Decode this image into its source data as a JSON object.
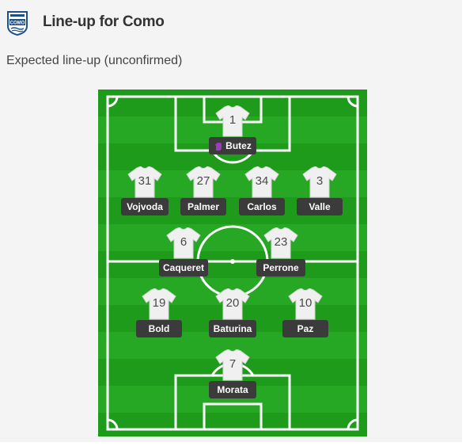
{
  "header": {
    "crest_icon": "como-crest-icon",
    "title": "Line-up for Como"
  },
  "subtitle": "Expected line-up (unconfirmed)",
  "colors": {
    "pitch_green": "#1f9b1c",
    "pitch_stripe_light": "#27a824",
    "line_white": "#ffffff",
    "nameplate": "#3b3b3b",
    "shirt": "#f0f0f0",
    "glove_purple": "#9b3fb5"
  },
  "players": [
    {
      "number": "1",
      "name": "Butez",
      "goalkeeper": true
    },
    {
      "number": "31",
      "name": "Vojvoda"
    },
    {
      "number": "27",
      "name": "Palmer"
    },
    {
      "number": "34",
      "name": "Carlos"
    },
    {
      "number": "3",
      "name": "Valle"
    },
    {
      "number": "6",
      "name": "Caqueret"
    },
    {
      "number": "23",
      "name": "Perrone"
    },
    {
      "number": "19",
      "name": "Bold"
    },
    {
      "number": "20",
      "name": "Baturina"
    },
    {
      "number": "10",
      "name": "Paz"
    },
    {
      "number": "7",
      "name": "Morata"
    }
  ]
}
